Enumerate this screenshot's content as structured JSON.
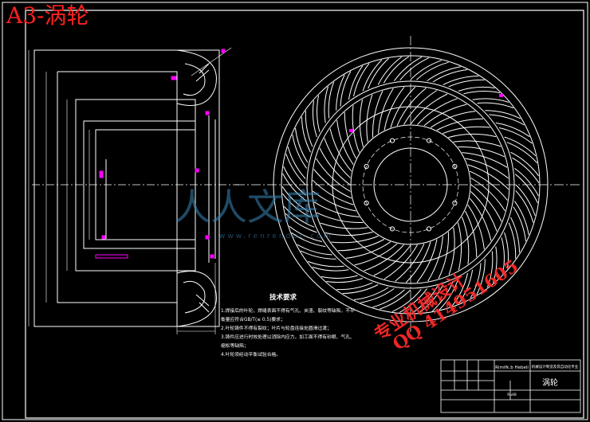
{
  "title": "A3-涡轮",
  "watermark": {
    "center": "人人文库",
    "sub": "www.renrendoc.com",
    "stamp_line1": "专业机械设计",
    "stamp_line2": "QQ 414951605"
  },
  "notes": {
    "heading": "技术要求",
    "lines": [
      "1.焊接后的叶轮，焊缝表面不得有气孔、夹渣、裂纹等缺陷，不平",
      "  衡量应符合GB/T(≤ 0.5)要求；",
      "2.叶轮铸件不得有裂纹；叶片与轮盘连接处圆滑过渡；",
      "3.铸件应进行时效处理以消除内应力，加工面不得有砂眼、气孔、",
      "  缩松等缺陷；",
      "4.叶轮须经动平衡试验合格。"
    ]
  },
  "title_block": {
    "part_name": "涡轮",
    "header_right": "Rimifk.b Hebeli",
    "school": "机械设计制造及其自动化专业",
    "material": "Ru48"
  },
  "colors": {
    "line": "#ffffff",
    "accent": "#ff00ff",
    "title": "#ff2020",
    "watermark": "#3a87b8"
  }
}
